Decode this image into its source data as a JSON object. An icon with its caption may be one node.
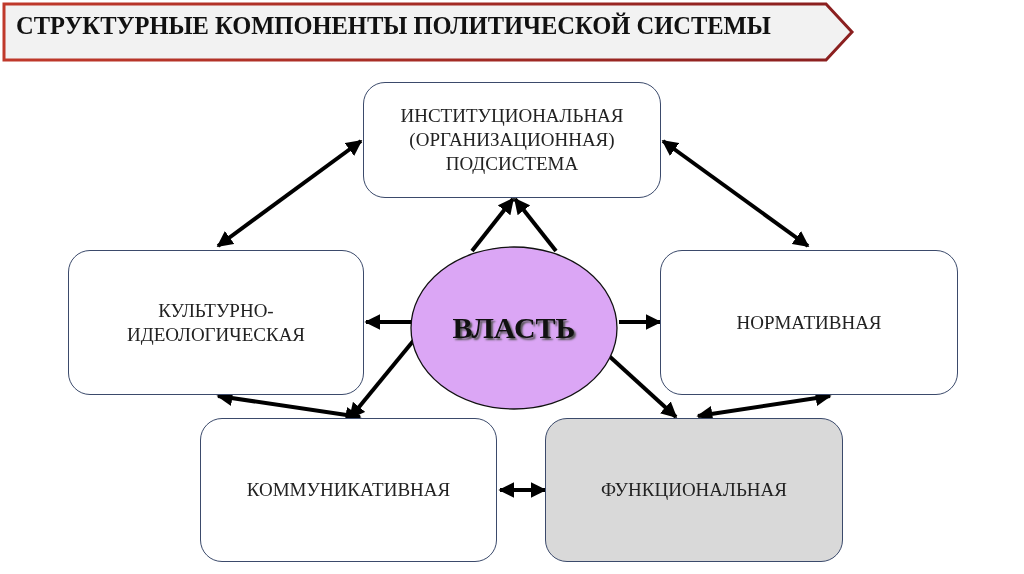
{
  "diagram": {
    "title": "СТРУКТУРНЫЕ КОМПОНЕНТЫ ПОЛИТИЧЕСКОЙ СИСТЕМЫ",
    "nodes": [
      {
        "text": [
          "ИНСТИТУЦИОНАЛЬНАЯ (ОРГАНИЗАЦИОННАЯ) ПОДСИСТЕМА"
        ]
      },
      {
        "text": [
          "КУЛЬТУРНО-ИДЕОЛОГИЧЕСКАЯ"
        ]
      },
      {
        "text": [
          "ВЛАСТЬ"
        ]
      },
      {
        "text": [
          "НОРМАТИВНАЯ"
        ]
      },
      {
        "text": [
          "КОММУНИКАТИВНАЯ"
        ]
      },
      {
        "text": [
          "ФУНКЦИОНАЛЬНАЯ"
        ]
      }
    ],
    "edges": [
      {
        "from": 0,
        "to": 1,
        "arrow": "both"
      },
      {
        "from": 0,
        "to": 3,
        "arrow": "both"
      },
      {
        "from": 2,
        "to": 0,
        "arrow": "to"
      },
      {
        "from": 2,
        "to": 0,
        "arrow": "to"
      },
      {
        "from": 2,
        "to": 1,
        "arrow": "to"
      },
      {
        "from": 2,
        "to": 3,
        "arrow": "to"
      },
      {
        "from": 2,
        "to": 4,
        "arrow": "to"
      },
      {
        "from": 2,
        "to": 5,
        "arrow": "to"
      },
      {
        "from": 1,
        "to": 4,
        "arrow": "both"
      },
      {
        "from": 3,
        "to": 5,
        "arrow": "both"
      },
      {
        "from": 4,
        "to": 5,
        "arrow": "both"
      }
    ]
  }
}
